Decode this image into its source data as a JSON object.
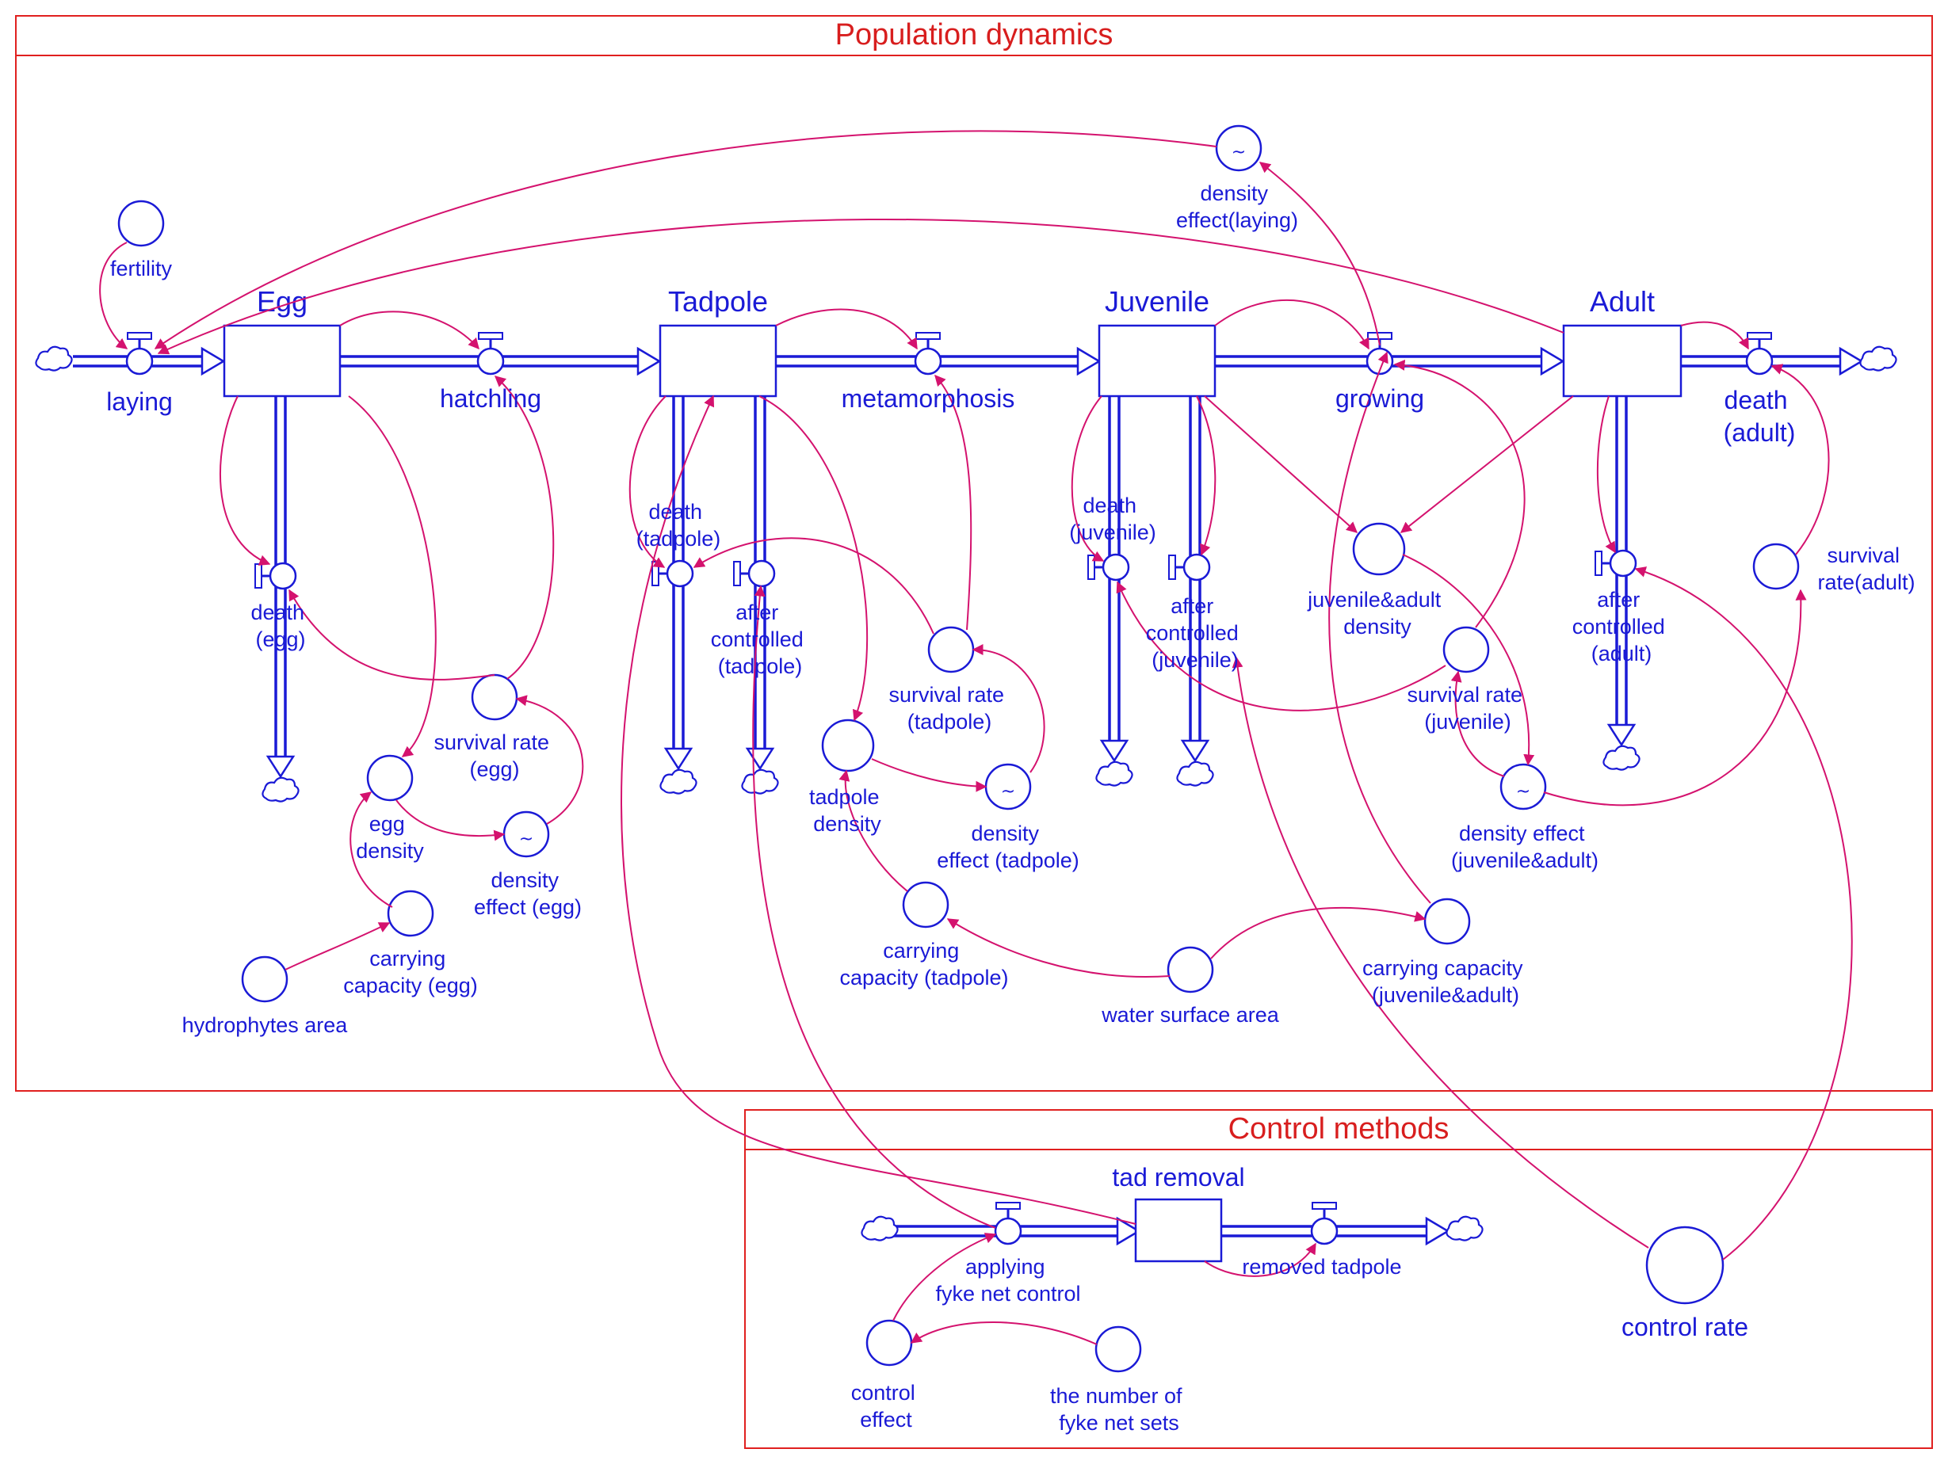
{
  "sectors": {
    "population": "Population dynamics",
    "control": "Control methods"
  },
  "stocks": {
    "egg": "Egg",
    "tadpole": "Tadpole",
    "juvenile": "Juvenile",
    "adult": "Adult",
    "tad_removal": "tad removal"
  },
  "flows": {
    "laying": "laying",
    "hatchling": "hatchling",
    "metamorphosis": "metamorphosis",
    "growing": "growing",
    "death_adult": [
      "death",
      "(adult)"
    ],
    "death_egg": [
      "death",
      "(egg)"
    ],
    "death_tadpole": [
      "death",
      "(tadpole)"
    ],
    "after_controlled_tadpole": [
      "after",
      "controlled",
      "(tadpole)"
    ],
    "death_juvenile": [
      "death",
      "(juvenile)"
    ],
    "after_controlled_juvenile": [
      "after",
      "controlled",
      "(juvenile)"
    ],
    "after_controlled_adult": [
      "after",
      "controlled",
      "(adult)"
    ],
    "applying_fyke_net_control": [
      "applying",
      "fyke net control"
    ],
    "removed_tadpole": "removed tadpole"
  },
  "auxiliaries": {
    "fertility": "fertility",
    "density_effect_laying": [
      "density",
      "effect(laying)"
    ],
    "survival_rate_egg": [
      "survival rate",
      "(egg)"
    ],
    "egg_density": [
      "egg",
      "density"
    ],
    "density_effect_egg": [
      "density",
      "effect (egg)"
    ],
    "carrying_capacity_egg": [
      "carrying",
      "capacity (egg)"
    ],
    "hydrophytes_area": "hydrophytes area",
    "survival_rate_tadpole": [
      "survival rate",
      "(tadpole)"
    ],
    "tadpole_density": [
      "tadpole",
      "density"
    ],
    "density_effect_tadpole": [
      "density",
      "effect (tadpole)"
    ],
    "carrying_capacity_tadpole": [
      "carrying",
      "capacity (tadpole)"
    ],
    "water_surface_area": "water surface area",
    "juvenile_adult_density": [
      "juvenile&adult",
      "density"
    ],
    "survival_rate_juvenile": [
      "survival rate",
      "(juvenile)"
    ],
    "density_effect_juvenile_adult": [
      "density effect",
      "(juvenile&adult)"
    ],
    "carrying_capacity_juvenile_adult": [
      "carrying capacity",
      "(juvenile&adult)"
    ],
    "survival_rate_adult": [
      "survival",
      "rate(adult)"
    ],
    "control_effect": [
      "control",
      "effect"
    ],
    "number_of_fyke_net_sets": [
      "the number of",
      "fyke net sets"
    ],
    "control_rate": "control rate"
  },
  "colors": {
    "structure": "#1a1ad6",
    "link": "#d4126e",
    "sector": "#e0201f"
  }
}
